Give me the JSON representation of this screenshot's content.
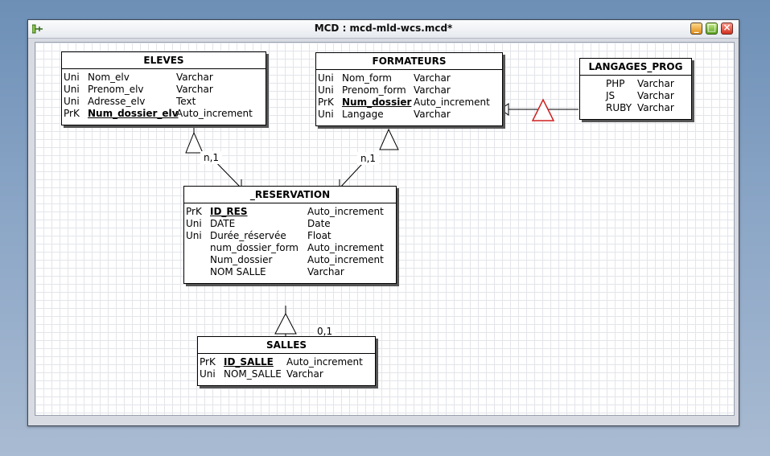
{
  "window": {
    "title": "MCD : mcd-mld-wcs.mcd*"
  },
  "entities": {
    "eleves": {
      "name": "ELEVES",
      "attributes": [
        {
          "key": "Uni",
          "name": "Nom_elv",
          "type": "Varchar"
        },
        {
          "key": "Uni",
          "name": "Prenom_elv",
          "type": "Varchar"
        },
        {
          "key": "Uni",
          "name": "Adresse_elv",
          "type": "Text"
        },
        {
          "key": "PrK",
          "name": "Num_dossier_elv",
          "type": "Auto_increment"
        }
      ]
    },
    "formateurs": {
      "name": "FORMATEURS",
      "attributes": [
        {
          "key": "Uni",
          "name": "Nom_form",
          "type": "Varchar"
        },
        {
          "key": "Uni",
          "name": "Prenom_form",
          "type": "Varchar"
        },
        {
          "key": "PrK",
          "name": "Num_dossier",
          "type": "Auto_increment"
        },
        {
          "key": "Uni",
          "name": "Langage",
          "type": "Varchar"
        }
      ]
    },
    "langages_prog": {
      "name": "LANGAGES_PROG",
      "attributes": [
        {
          "key": "",
          "name": "PHP",
          "type": "Varchar"
        },
        {
          "key": "",
          "name": "JS",
          "type": "Varchar"
        },
        {
          "key": "",
          "name": "RUBY",
          "type": "Varchar"
        }
      ]
    },
    "reservation": {
      "name": "_RESERVATION",
      "attributes": [
        {
          "key": "PrK",
          "name": "ID_RES",
          "type": "Auto_increment"
        },
        {
          "key": "Uni",
          "name": "DATE",
          "type": "Date"
        },
        {
          "key": "Uni",
          "name": "Durée_réservée",
          "type": "Float"
        },
        {
          "key": "",
          "name": "num_dossier_form",
          "type": "Auto_increment"
        },
        {
          "key": "",
          "name": "Num_dossier",
          "type": "Auto_increment"
        },
        {
          "key": "",
          "name": "NOM SALLE",
          "type": "Varchar"
        }
      ]
    },
    "salles": {
      "name": "SALLES",
      "attributes": [
        {
          "key": "PrK",
          "name": "ID_SALLE",
          "type": "Auto_increment"
        },
        {
          "key": "Uni",
          "name": "NOM_SALLE",
          "type": "Varchar"
        }
      ]
    }
  },
  "cardinalities": {
    "eleves_reservation": "n,1",
    "formateurs_reservation": "n,1",
    "reservation_salles": "0,1"
  },
  "colors": {
    "inheritance_triangle": "#d02020",
    "line": "#000000"
  }
}
